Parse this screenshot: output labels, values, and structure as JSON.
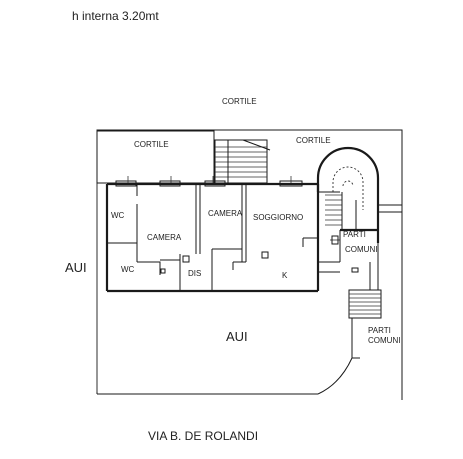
{
  "header": {
    "height_note": "h interna 3.20mt"
  },
  "labels": {
    "cortile_top": "CORTILE",
    "cortile_box": "CORTILE",
    "cortile_right": "CORTILE",
    "camera_1": "CAMERA",
    "camera_2": "CAMERA",
    "soggiorno": "SOGGIORNO",
    "wc_1": "WC",
    "wc_2": "WC",
    "dis": "DIS",
    "k": "K",
    "parti_comuni_1_a": "PARTI",
    "parti_comuni_1_b": "COMUNI",
    "parti_comuni_2_a": "PARTI",
    "parti_comuni_2_b": "COMUNI",
    "aui_left": "AUI",
    "aui_center": "AUI"
  },
  "footer": {
    "street": "VIA B. DE ROLANDI"
  }
}
